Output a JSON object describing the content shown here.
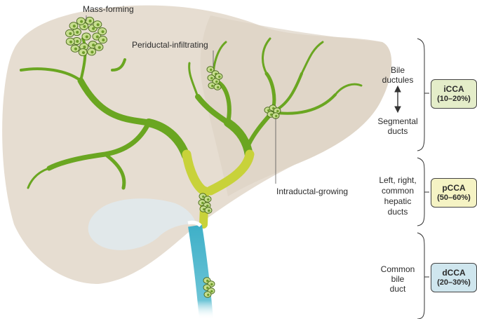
{
  "tumor_labels": {
    "mass_forming": "Mass-forming",
    "periductal": "Periductal-infiltrating",
    "intraductal": "Intraductal-growing"
  },
  "regions": [
    {
      "top": "Bile",
      "mid": "ductules",
      "bottom1": "Segmental",
      "bottom2": "ducts",
      "box_name": "iCCA",
      "box_pct": "(10–20%)",
      "color": "#e4edc9"
    },
    {
      "l1": "Left, right,",
      "l2": "common",
      "l3": "hepatic",
      "l4": "ducts",
      "box_name": "pCCA",
      "box_pct": "(50–60%)",
      "color": "#f5f3c4"
    },
    {
      "l1": "Common",
      "l2": "bile",
      "l3": "duct",
      "box_name": "dCCA",
      "box_pct": "(20–30%)",
      "color": "#cfe6ee"
    }
  ],
  "colors": {
    "liver": "#e6ddd1",
    "liver_shade": "#d9cebf",
    "duct_green": "#6aa621",
    "duct_yellow": "#c8d23a",
    "duct_blue": "#3fb0c8",
    "gallbladder": "#e1e8ea",
    "cell": "#c7de8f"
  }
}
